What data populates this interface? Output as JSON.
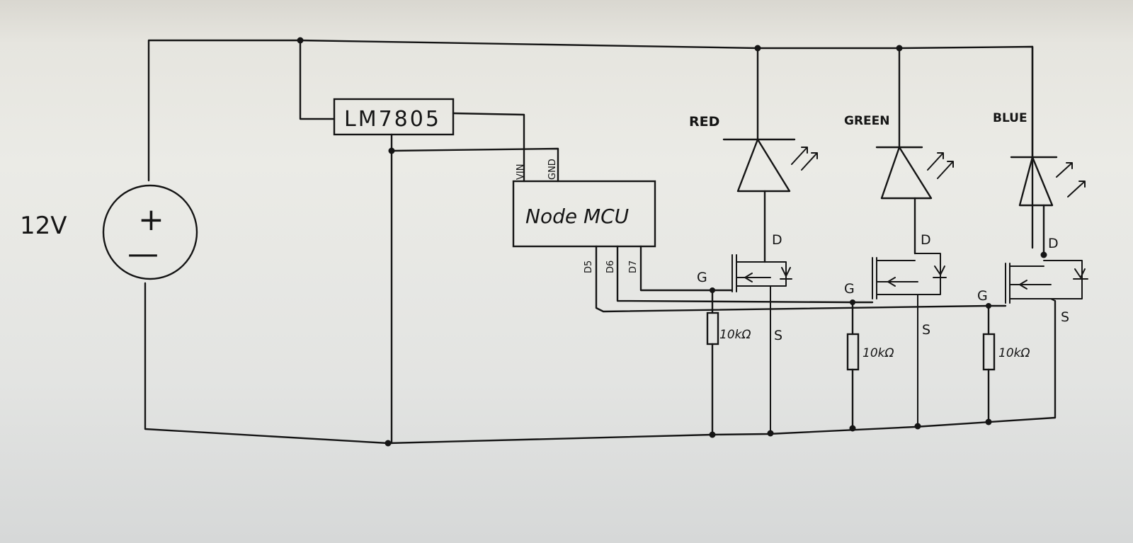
{
  "supply": {
    "voltage": "12V",
    "plus": "+",
    "minus": "—"
  },
  "regulator": {
    "label": "LM7805"
  },
  "mcu": {
    "label": "Node MCU",
    "power_pins": [
      "VIN",
      "GND"
    ],
    "gpio_pins": [
      "D5",
      "D6",
      "D7"
    ]
  },
  "channels": [
    {
      "color_name": "RED",
      "drain": "D",
      "gate": "G",
      "source": "S",
      "resistor": "10kΩ"
    },
    {
      "color_name": "GREEN",
      "drain": "D",
      "gate": "G",
      "source": "S",
      "resistor": "10kΩ"
    },
    {
      "color_name": "BLUE",
      "drain": "D",
      "gate": "G",
      "source": "S",
      "resistor": "10kΩ"
    }
  ]
}
